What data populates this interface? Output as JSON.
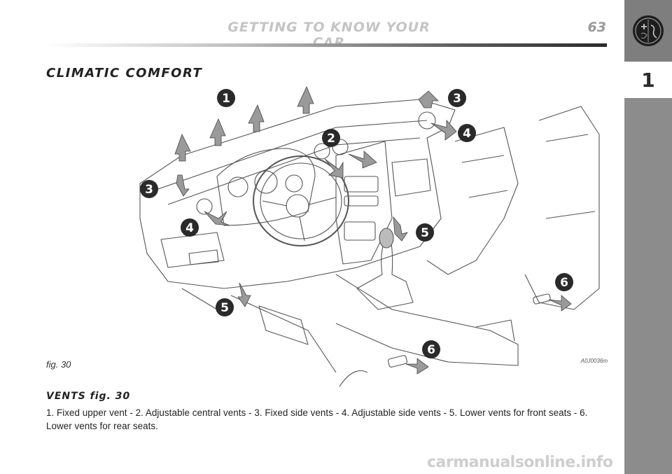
{
  "header": {
    "title": "GETTING TO KNOW YOUR CAR",
    "page_number": "63"
  },
  "sidebar": {
    "chapter": "1",
    "logo_icon": "alfa-romeo-badge-icon"
  },
  "section_title": "CLIMATIC COMFORT",
  "figure": {
    "caption": "fig. 30",
    "code": "A0J0036m",
    "callouts": [
      "1",
      "2",
      "3",
      "4",
      "3",
      "4",
      "5",
      "5",
      "6",
      "6"
    ]
  },
  "body": {
    "heading": "VENTS fig. 30",
    "text": "1. Fixed upper vent - 2. Adjustable central vents - 3. Fixed side vents - 4. Adjustable side vents - 5. Lower vents for front seats - 6. Lower vents for rear seats."
  },
  "watermark": "carmanualsonline.info",
  "colors": {
    "header_text": "#c4c4c4",
    "sidebar": "#8c8c8c",
    "arrow_fill": "#9a9a9a"
  }
}
